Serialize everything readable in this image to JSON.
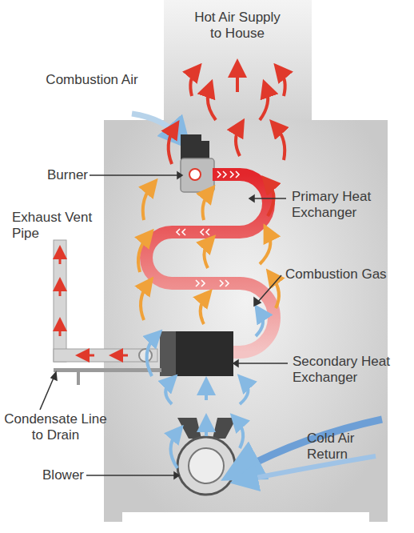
{
  "diagram": {
    "labels": [
      "Hot Air Supply to House",
      "Combustion Air",
      "Burner",
      "Exhaust Vent Pipe",
      "Primary Heat Exchanger",
      "Combustion Gas",
      "Secondary Heat Exchanger",
      "Condensate Line to Drain",
      "Cold Air Return",
      "Blower"
    ]
  }
}
